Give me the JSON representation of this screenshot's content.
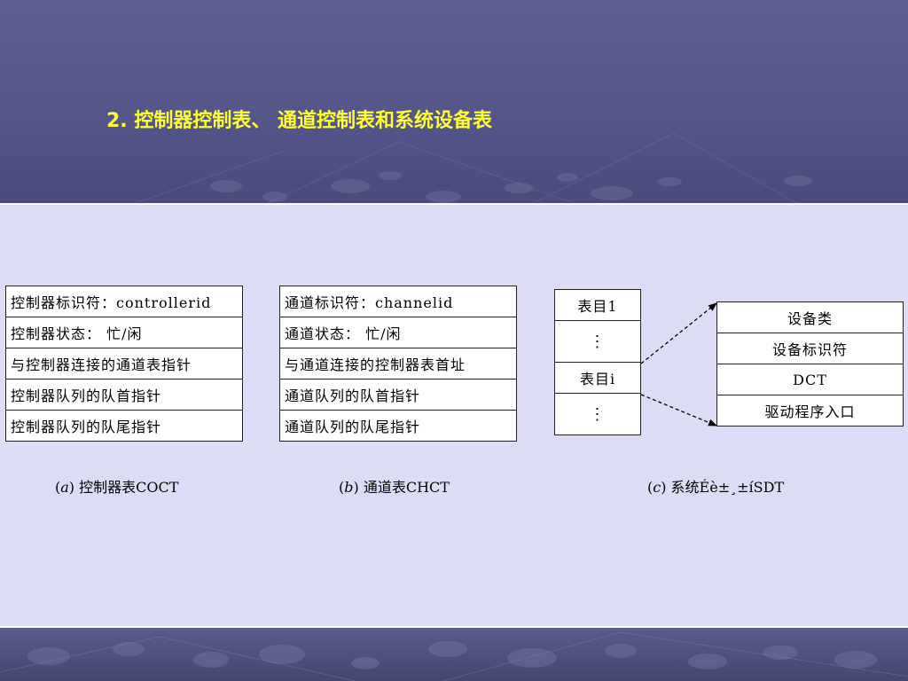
{
  "title": "2. 控制器控制表、 通道控制表和系统设备表",
  "coct": {
    "rows": [
      "控制器标识符：controllerid",
      "控制器状态：  忙/闲",
      "与控制器连接的通道表指针",
      "控制器队列的队首指针",
      "控制器队列的队尾指针"
    ],
    "caption_letter": "a",
    "caption_text": "控制器表COCT"
  },
  "chct": {
    "rows": [
      "通道标识符：channelid",
      "通道状态：  忙/闲",
      "与通道连接的控制器表首址",
      "通道队列的队首指针",
      "通道队列的队尾指针"
    ],
    "caption_letter": "b",
    "caption_text": "通道表CHCT"
  },
  "sdt": {
    "rows": [
      "表目1",
      "⋮",
      "表目i",
      "⋮"
    ],
    "caption_letter": "c",
    "caption_text": "系统Éè±¸±íSDT"
  },
  "entry": {
    "rows": [
      "设备类",
      "设备标识符",
      "DCT",
      "驱动程序入口"
    ]
  },
  "colors": {
    "title": "#ffff33",
    "band": "#55568a",
    "content_bg": "#dcdcf7"
  }
}
